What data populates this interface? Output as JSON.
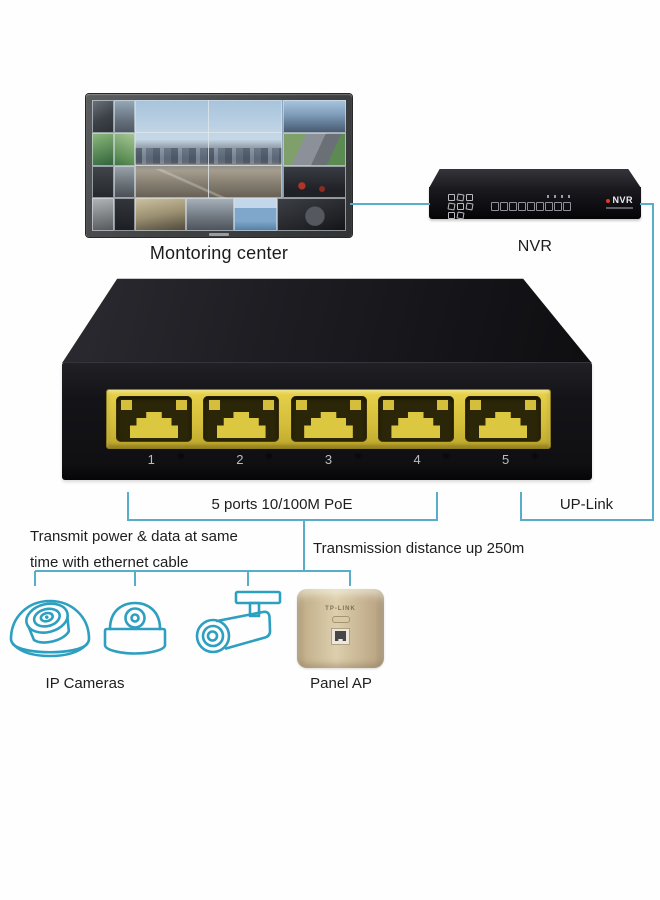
{
  "diagram": {
    "monitor": {
      "label": "Montoring center"
    },
    "nvr": {
      "label": "NVR",
      "badge": "NVR"
    },
    "switch": {
      "ports": [
        "1",
        "2",
        "3",
        "4",
        "5"
      ],
      "poe_group_label": "5 ports 10/100M PoE",
      "uplink_label": "UP-Link"
    },
    "annotations": {
      "transmit_line1": "Transmit power & data at same",
      "transmit_line2": "time with ethernet cable",
      "distance": "Transmission distance up 250m"
    },
    "endpoints": {
      "ip_cameras_label": "IP Cameras",
      "panel_ap_label": "Panel AP",
      "panel_ap_brand": "TP-LINK"
    },
    "colors": {
      "connector_line": "#58aec9",
      "camera_icon": "#2d9fc0",
      "port_yellow": "#d9c33f",
      "panel_ap_gold": "#cdbb97",
      "nvr_badge_dot": "#e03b28"
    }
  }
}
